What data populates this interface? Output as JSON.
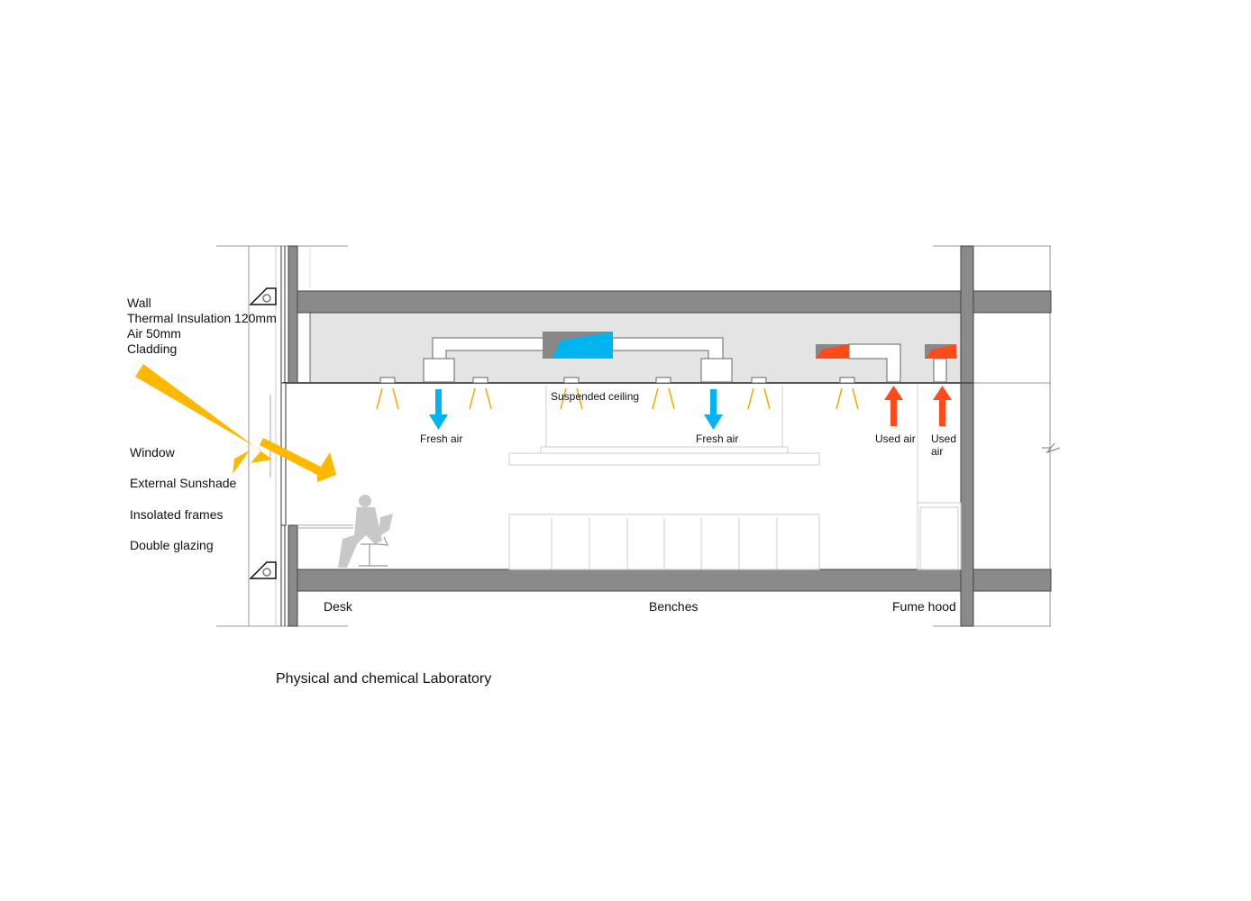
{
  "wall_layers": [
    "Wall",
    "Thermal Insulation 120mm",
    "Air 50mm",
    "Cladding"
  ],
  "facade_labels": [
    "Window",
    "External Sunshade",
    "Insolated frames",
    "Double glazing"
  ],
  "ceiling_label": "Suspended ceiling",
  "airflow": {
    "fresh_1": "Fresh air",
    "fresh_2": "Fresh air",
    "used_1": "Used air",
    "used_2_line1": "Used",
    "used_2_line2": "air"
  },
  "floor_labels": {
    "desk": "Desk",
    "benches": "Benches",
    "fume_hood": "Fume hood"
  },
  "caption": "Physical and chemical Laboratory",
  "colors": {
    "structure": "#8a8a8a",
    "plenum": "#e4e4e4",
    "fresh_air": "#00b4f0",
    "used_air": "#ff4a1a",
    "sunlight": "#ffb800",
    "light_cone": "#f5a800",
    "person": "#c8c8c8"
  }
}
